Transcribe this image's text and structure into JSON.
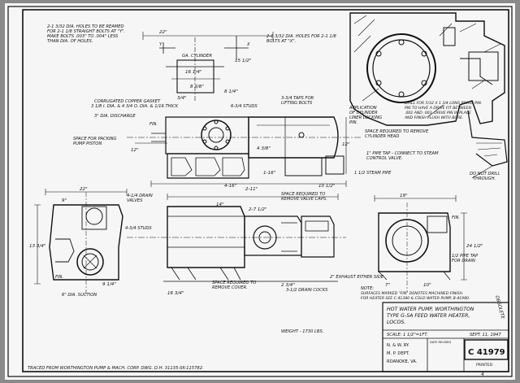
{
  "notes": {
    "top_left_holes": [
      "2-1 3/32 DIA. HOLES TO BE REAMED",
      "FOR 2-1 1/8 STRAIGHT BOLTS AT \"Y\".",
      "MAKE BOLTS .003\" TO .004\" LESS",
      "THAN DIA. OF HOLES."
    ],
    "top_center_holes": [
      "2-1 3/32 DIA. HOLES FOR 2-1 1/8",
      "BOLTS AT \"X\"."
    ],
    "gasket": [
      "CORRUGATED COPPER GASKET",
      "3 1/8 I. DIA. & 4 3/4 O. DIA. & 1/16 THICK"
    ],
    "discharge": "3\" DIA. DISCHARGE",
    "studs_top": "6-3/4 STUDS",
    "lifting": [
      "3-3/4 TAPS FOR",
      "LIFTING BOLTS"
    ],
    "packing": [
      "SPACE FOR PACKING",
      "PUMP PISTON"
    ],
    "remove_cyl": [
      "SPACE REQUIRED TO REMOVE",
      "CYLINDER HEAD"
    ],
    "pipe_tap": [
      "1\" PIPE TAP - CONNECT TO STEAM",
      "CONTROL VALVE."
    ],
    "steam_pipe": "1 1/2 STEAM PIPE",
    "cylinder_liner": [
      "APPLICATION",
      "OF CYLINDER",
      "LINER LOCKING",
      "PIN."
    ],
    "drill": [
      "DRILL FOR 5/32 X 1 3/4 LONG BRASS PIN.",
      "PIN TO HAVE A DRIVE FIT BETWEEN",
      ".002 AND .003. DRIVE PIN IN PLACE",
      "AND FINISH FLUSH WITH BORE."
    ],
    "do_not_drill": [
      "DO NOT DRILL",
      "THROUGH."
    ],
    "drain_valves": [
      "4-1/4 DRAIN",
      "VALVES"
    ],
    "valve_caps": [
      "SPACE REQUIRED TO",
      "REMOVE VALVE CAPS."
    ],
    "studs_left": "4-3/4 STUDS",
    "suction": "6\" DIA. SUCTION",
    "remove_cover": [
      "SPACE REQUIRED TO",
      "REMOVE COVER."
    ],
    "drain_cocks": "3-1/2 DRAIN COCKS",
    "exhaust": "2\" EXHAUST EITHER SIDE",
    "pipe_tap_drain": [
      "1/2 PIPE TAP",
      "FOR DRAIN"
    ],
    "note": [
      "NOTE:",
      "SURFACES MARKED \"FIN\" DENOTES MACHINED FINISH.",
      "FOR HEATER SEE C-41380 & COLD WATER PUMP, B-41980."
    ],
    "weight": "WEIGHT - 1730 LBS.",
    "traced": "TRACED FROM WORTHINGTON PUMP & MACH. CORP. DWG. D.H. 31135-SK-115782.",
    "fin": "FIN.",
    "x_mark": "X",
    "y_mark": "Y",
    "cylinder": "GA. CYLINDER",
    "corner_stamp": "OBSOLETE"
  },
  "dims": {
    "d1": "22\"",
    "d2": "16 1/4\"",
    "d3": "8 3/8\"",
    "d4": "15 1/2\"",
    "d5": "12\"",
    "d6": "4 3/8\"",
    "d7": "4-16\"",
    "d8": "2-11\"",
    "d9": "10 1/2\"",
    "d10": "12\"",
    "d11": "8 1/4\"",
    "d12": "14\"",
    "d13": "2-7 1/2\"",
    "d14": "22\"",
    "d15": "9\"",
    "d16": "13 3/4\"",
    "d17": "16 3/4\"",
    "d18": "2 3/4\"",
    "d19": "19\"",
    "d20": "24 1/2\"",
    "d21": "3/4\"",
    "d22": "7\"",
    "d23": "10\"",
    "d24": "9 1/4\"",
    "d25": "1-16\""
  },
  "title_block": {
    "title": [
      "HOT WATER PUMP, WORTHINGTON",
      "TYPE G-5A FEED WATER HEATER,",
      "LOCOS."
    ],
    "scale": "SCALE: 1 1/2\"=1FT.",
    "date": "SEPT. 11, 1947",
    "railway": "N. & W. RY.",
    "dept": "M. P. DEPT.",
    "city": "ROANOKE, VA.",
    "drawing_no": "C 41979",
    "printed": "PRINTED",
    "revised": "DATE REVISED",
    "sheet_mark": "4"
  }
}
